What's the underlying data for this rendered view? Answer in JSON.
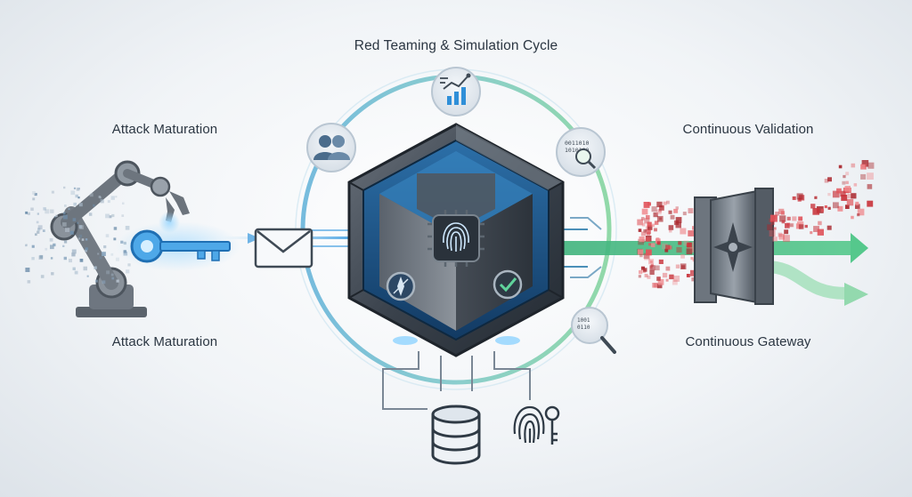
{
  "title": "Red Teaming & Simulation Cycle",
  "left": {
    "top_label": "Attack Maturation",
    "bottom_label": "Attack Maturation"
  },
  "right": {
    "top_label": "Continuous Validation",
    "bottom_label": "Continuous Gateway"
  },
  "ring_icons": {
    "top": "chart-analytics-icon",
    "upper_left": "users-icon",
    "upper_right": "binary-search-icon",
    "lower_right": "binary-search-icon"
  },
  "core_icons": [
    "fingerprint-chip-icon",
    "compass-icon",
    "checkmark-icon"
  ],
  "bottom_icons": [
    "database-icon",
    "fingerprint-icon",
    "key-icon"
  ],
  "colors": {
    "accent_blue": "#2f8fd8",
    "accent_green": "#4cc28a",
    "hex_dark": "#3b434d",
    "attack_red": "#c8323a",
    "text": "#2b3642"
  }
}
